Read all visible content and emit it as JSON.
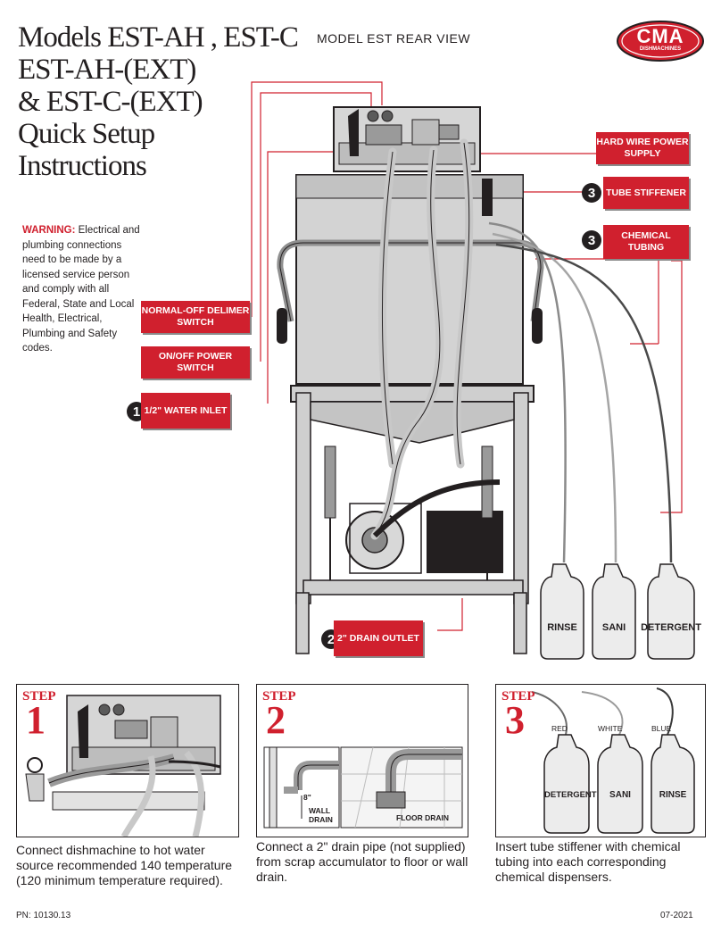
{
  "title": {
    "line1": "Models EST-AH , EST-C",
    "line2": "EST-AH-(EXT)",
    "line3": "& EST-C-(EXT)",
    "line4": "Quick Setup",
    "line5": "Instructions"
  },
  "subtitle": "MODEL EST REAR VIEW",
  "logo": {
    "brand": "CMA",
    "sub": "DISHMACHINES"
  },
  "warning": {
    "label": "WARNING:",
    "text": " Electrical and plumbing connections need to be made by a licensed service person and comply with all Federal, State and Local Health, Electrical, Plumbing and Safety codes."
  },
  "callouts": {
    "hard_wire": "HARD WIRE POWER SUPPLY",
    "tube_stiffener": "TUBE STIFFENER",
    "chemical_tubing": "CHEMICAL TUBING",
    "delimer": "NORMAL-OFF DELIMER SWITCH",
    "power_switch": "ON/OFF POWER SWITCH",
    "water_inlet": "1/2\" WATER INLET",
    "drain_outlet": "2\" DRAIN OUTLET"
  },
  "badges": {
    "water_inlet": "1",
    "drain_outlet": "2",
    "tube_stiffener": "3",
    "chemical_tubing": "3"
  },
  "jugs_main": [
    "RINSE",
    "SANI",
    "DETERGENT"
  ],
  "steps": [
    {
      "word": "STEP",
      "num": "1",
      "caption": "Connect dishmachine to hot water source recommended 140  temperature (120  minimum temperature required)."
    },
    {
      "word": "STEP",
      "num": "2",
      "caption": "Connect a 2\" drain pipe (not supplied) from scrap accumulator to floor or wall drain.",
      "labels": {
        "height": "8\"",
        "wall": "WALL DRAIN",
        "floor": "FLOOR DRAIN"
      }
    },
    {
      "word": "STEP",
      "num": "3",
      "caption": "Insert tube stiffener with chemical tubing into each corresponding chemical dispensers.",
      "colors": [
        "RED",
        "WHITE",
        "BLUE"
      ],
      "jugs": [
        "DETERGENT",
        "SANI",
        "RINSE"
      ]
    }
  ],
  "footer": {
    "pn": "PN: 10130.13",
    "date": "07-2021"
  },
  "colors": {
    "accent": "#d0202e",
    "ink": "#231f20",
    "machine": "#c8c8c8"
  }
}
